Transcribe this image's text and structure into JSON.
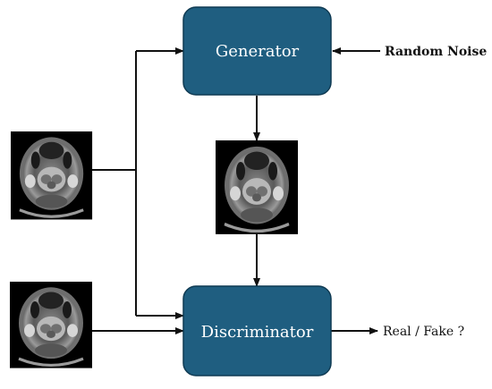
{
  "colors": {
    "box_fill": "#1f5e80",
    "box_stroke": "#0f3a52",
    "box_text": "#ffffff",
    "arrow": "#111111",
    "scan_background": "#000000"
  },
  "nodes": {
    "generator": "Generator",
    "discriminator": "Discriminator"
  },
  "labels": {
    "random_noise": "Random Noise",
    "real_fake": "Real / Fake ?"
  },
  "images": {
    "input_scan": "ct-scan-image",
    "generated_scan": "ct-scan-image",
    "real_scan": "ct-scan-image"
  }
}
